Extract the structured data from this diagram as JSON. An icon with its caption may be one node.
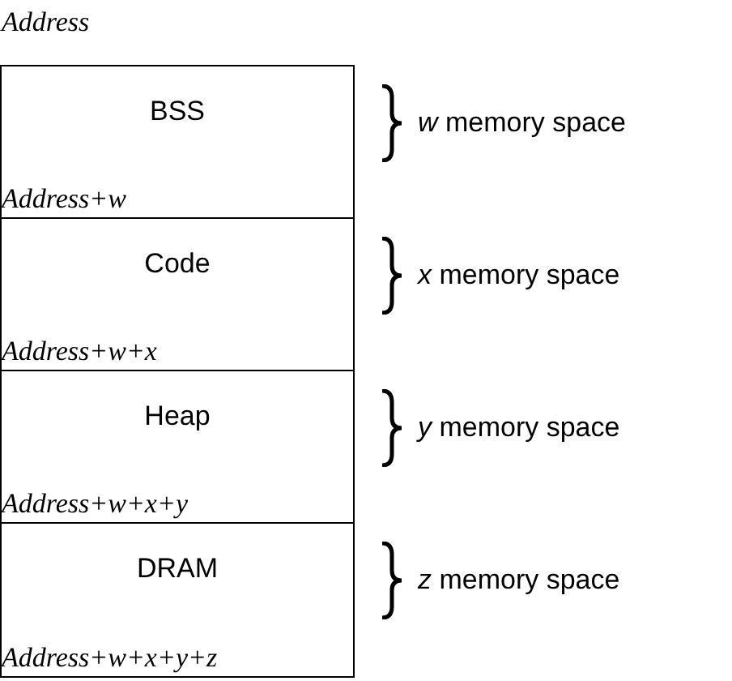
{
  "diagram": {
    "nodes": [
      {
        "text": [
          "BSS",
          "Address+w"
        ]
      },
      {
        "text": [
          "Code",
          "Address+w+x"
        ]
      },
      {
        "text": [
          "Heap",
          "Address+w+x+y"
        ]
      },
      {
        "text": [
          "DRAM",
          "Address+w+x+y+z"
        ]
      }
    ],
    "labels": [
      "Address",
      "*w* memory space",
      "*x* memory space",
      "*y* memory space",
      "*z* memory space"
    ]
  }
}
